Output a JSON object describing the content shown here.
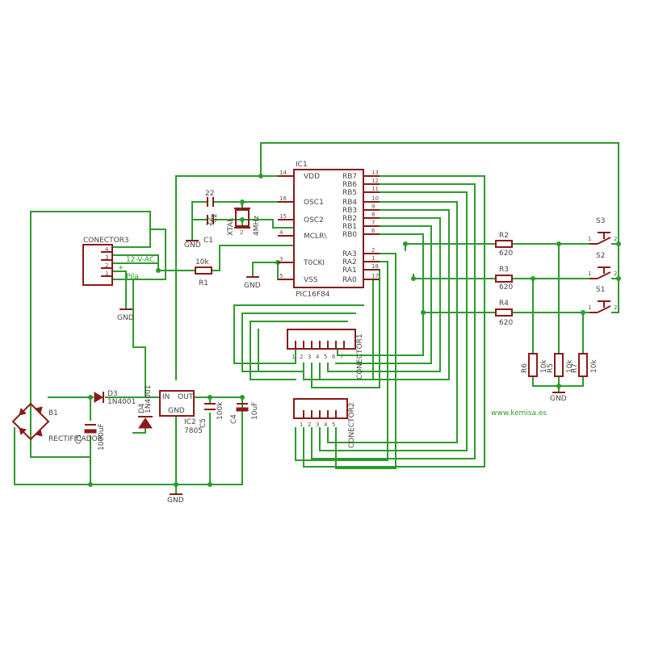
{
  "ic1": {
    "ref": "IC1",
    "part": "PIC16F84",
    "left_pins": [
      {
        "name": "VDD",
        "num": "14"
      },
      {
        "name": "OSC1",
        "num": "16"
      },
      {
        "name": "OSC2",
        "num": "15"
      },
      {
        "name": "MCLR\\",
        "num": "4"
      },
      {
        "name": "T0CKI",
        "num": "3"
      },
      {
        "name": "VSS",
        "num": "5"
      }
    ],
    "right_pins": [
      {
        "name": "RB7",
        "num": "13"
      },
      {
        "name": "RB6",
        "num": "12"
      },
      {
        "name": "RB5",
        "num": "11"
      },
      {
        "name": "RB4",
        "num": "10"
      },
      {
        "name": "RB3",
        "num": "9"
      },
      {
        "name": "RB2",
        "num": "8"
      },
      {
        "name": "RB1",
        "num": "7"
      },
      {
        "name": "RB0",
        "num": "6"
      },
      {
        "name": "RA3",
        "num": "2"
      },
      {
        "name": "RA2",
        "num": "1"
      },
      {
        "name": "RA1",
        "num": "18"
      },
      {
        "name": "RA0",
        "num": "17"
      }
    ]
  },
  "crystal": {
    "label1": "XTAL",
    "label2": "4MHz",
    "pin1": "1",
    "pin2": "2"
  },
  "caps_osc": {
    "c2_value": "22",
    "c2_ref": "C2",
    "c1_ref": "C1",
    "c1_value": "22"
  },
  "r1": {
    "value": "10k",
    "ref": "R1"
  },
  "gnd": "GND",
  "connector3": {
    "ref": "CONECTOR3",
    "pins": [
      "4",
      "3",
      "2",
      "1"
    ],
    "net_ac": "12-V-AC",
    "plus": "+",
    "net_pila": "Pila"
  },
  "bridge": {
    "ref": "B1",
    "name": "RECTIFICADOR"
  },
  "d3": {
    "ref": "D3",
    "value": "1N4001"
  },
  "d4": {
    "ref": "D4",
    "value": "1N4001"
  },
  "c3": {
    "ref": "C3",
    "value": "1000uF"
  },
  "ic2": {
    "ref": "IC2",
    "part": "7805",
    "in": "IN",
    "out": "OUT",
    "gnd": "GND"
  },
  "c5": {
    "ref": "C5",
    "value": "100k"
  },
  "c4": {
    "ref": "C4",
    "value": "10uF"
  },
  "conector1": {
    "ref": "CONECTOR1",
    "pins": [
      "1",
      "2",
      "3",
      "4",
      "5",
      "6",
      "7"
    ]
  },
  "conector2": {
    "ref": "CONECTOR2",
    "pins": [
      "1",
      "2",
      "3",
      "4",
      "5"
    ]
  },
  "resistors_sw": [
    {
      "ref": "R2",
      "value": "620"
    },
    {
      "ref": "R3",
      "value": "620"
    },
    {
      "ref": "R4",
      "value": "620"
    }
  ],
  "switches": [
    {
      "ref": "S3",
      "p1": "1",
      "p2": "2"
    },
    {
      "ref": "S2",
      "p1": "1",
      "p2": "2"
    },
    {
      "ref": "S1",
      "p1": "1",
      "p2": "2"
    }
  ],
  "pulldowns": [
    {
      "ref": "R6",
      "value": "10k"
    },
    {
      "ref": "R5",
      "value": "10k"
    },
    {
      "ref": "R7",
      "value": "10k"
    }
  ],
  "website": "www.kemisa.es",
  "colors": {
    "wire": "#2e9a2e",
    "part": "#8a1a1a",
    "text": "#444444"
  }
}
